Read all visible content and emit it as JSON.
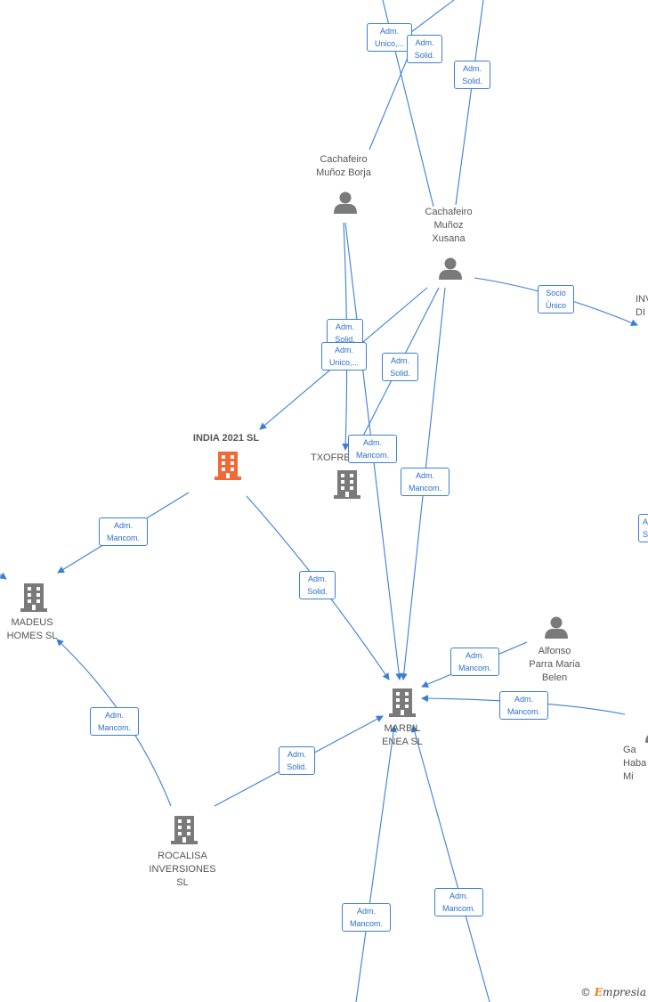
{
  "nodes": {
    "borja": "Cachafeiro\nMuñoz Borja",
    "xusana": "Cachafeiro\nMuñoz\nXusana",
    "india": "INDIA 2021  SL",
    "txofre": "TXOFRE",
    "madeus": "MADEUS\nHOMES  SL",
    "marbil": "MARBIL\nENEA  SL",
    "alfonso": "Alfonso\nParra Maria\nBelen",
    "rocalisa": "ROCALISA\nINVERSIONES\nSL",
    "inv_partial": "INV\nDI",
    "ga_partial": "Ga\nHaba\nMi"
  },
  "edge_labels": {
    "top_adm_unico": "Adm.\nUnico,...",
    "top_adm_solid_1": "Adm.\nSolid.",
    "top_adm_solid_2": "Adm.\nSolid.",
    "socio_unico": "Socio\nÚnico",
    "mid_adm_solid_1": "Adm.\nSolid.",
    "mid_adm_unico": "Adm.\nUnico,...",
    "mid_adm_solid_2": "Adm.\nSolid.",
    "mid_adm_mancom_1": "Adm.\nMancom.",
    "mid_adm_mancom_2": "Adm.\nMancom.",
    "india_madeus": "Adm.\nMancom.",
    "india_marbil": "Adm.\nSolid.",
    "alfonso_marbil": "Adm.\nMancom.",
    "ga_marbil": "Adm.\nMancom.",
    "rocalisa_madeus": "Adm.\nMancom.",
    "rocalisa_marbil": "Adm.\nSolid.",
    "bottom_1": "Adm.\nMancom.",
    "bottom_2": "Adm.\nMancom.",
    "right_partial": "A\nS"
  },
  "brand": {
    "copyright": "©",
    "name_initial": "E",
    "name_rest": "mpresia"
  },
  "colors": {
    "edge": "#3b7fd4",
    "person": "#7a7a7a",
    "company": "#7a7a7a",
    "highlight": "#f06a35"
  }
}
